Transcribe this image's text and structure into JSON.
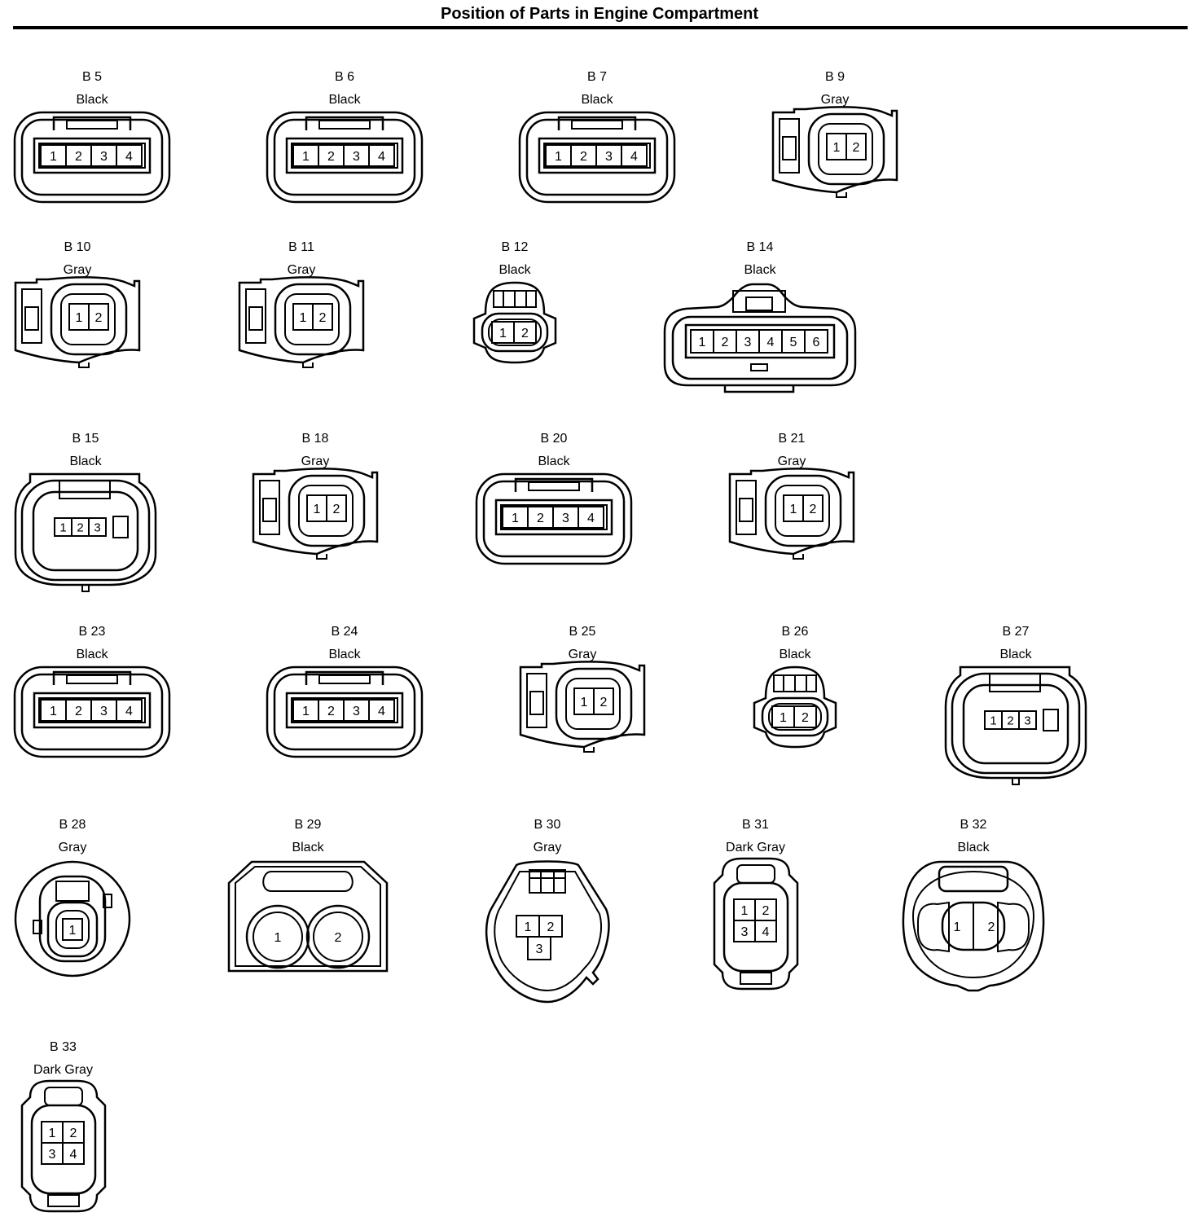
{
  "page": {
    "title": "Position of Parts in Engine Compartment"
  },
  "connectors": [
    {
      "id": "B 5",
      "color": "Black",
      "pins": [
        "1",
        "2",
        "3",
        "4"
      ]
    },
    {
      "id": "B 6",
      "color": "Black",
      "pins": [
        "1",
        "2",
        "3",
        "4"
      ]
    },
    {
      "id": "B 7",
      "color": "Black",
      "pins": [
        "1",
        "2",
        "3",
        "4"
      ]
    },
    {
      "id": "B 9",
      "color": "Gray",
      "pins": [
        "1",
        "2"
      ]
    },
    {
      "id": "B 10",
      "color": "Gray",
      "pins": [
        "1",
        "2"
      ]
    },
    {
      "id": "B 11",
      "color": "Gray",
      "pins": [
        "1",
        "2"
      ]
    },
    {
      "id": "B 12",
      "color": "Black",
      "pins": [
        "1",
        "2"
      ]
    },
    {
      "id": "B 14",
      "color": "Black",
      "pins": [
        "1",
        "2",
        "3",
        "4",
        "5",
        "6"
      ]
    },
    {
      "id": "B 15",
      "color": "Black",
      "pins": [
        "1",
        "2",
        "3"
      ]
    },
    {
      "id": "B 18",
      "color": "Gray",
      "pins": [
        "1",
        "2"
      ]
    },
    {
      "id": "B 20",
      "color": "Black",
      "pins": [
        "1",
        "2",
        "3",
        "4"
      ]
    },
    {
      "id": "B 21",
      "color": "Gray",
      "pins": [
        "1",
        "2"
      ]
    },
    {
      "id": "B 23",
      "color": "Black",
      "pins": [
        "1",
        "2",
        "3",
        "4"
      ]
    },
    {
      "id": "B 24",
      "color": "Black",
      "pins": [
        "1",
        "2",
        "3",
        "4"
      ]
    },
    {
      "id": "B 25",
      "color": "Gray",
      "pins": [
        "1",
        "2"
      ]
    },
    {
      "id": "B 26",
      "color": "Black",
      "pins": [
        "1",
        "2"
      ]
    },
    {
      "id": "B 27",
      "color": "Black",
      "pins": [
        "1",
        "2",
        "3"
      ]
    },
    {
      "id": "B 28",
      "color": "Gray",
      "pins": [
        "1"
      ]
    },
    {
      "id": "B 29",
      "color": "Black",
      "pins": [
        "1",
        "2"
      ]
    },
    {
      "id": "B 30",
      "color": "Gray",
      "pins": [
        "1",
        "2",
        "3"
      ]
    },
    {
      "id": "B 31",
      "color": "Dark Gray",
      "pins": [
        "1",
        "2",
        "3",
        "4"
      ]
    },
    {
      "id": "B 32",
      "color": "Black",
      "pins": [
        "1",
        "2"
      ]
    },
    {
      "id": "B 33",
      "color": "Dark Gray",
      "pins": [
        "1",
        "2",
        "3",
        "4"
      ]
    }
  ]
}
